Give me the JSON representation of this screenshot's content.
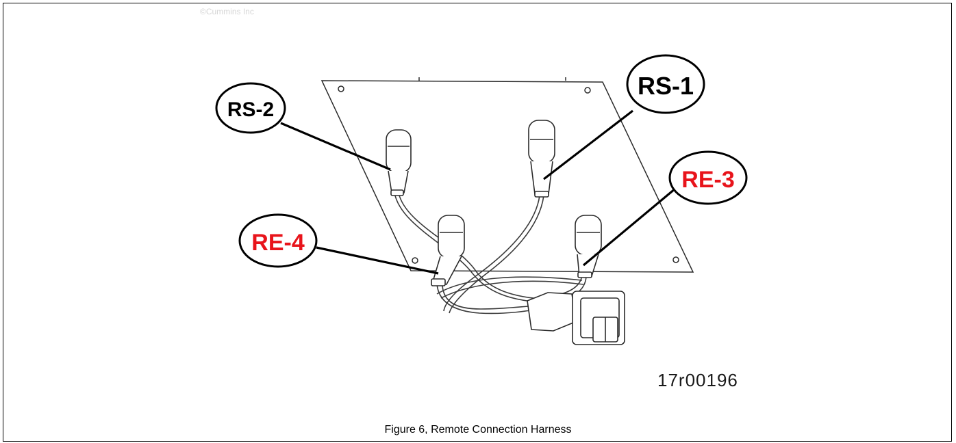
{
  "figure": {
    "copyright": "©Cummins Inc",
    "figure_number": "17r00196",
    "caption": "Figure 6, Remote Connection Harness"
  },
  "callouts": {
    "rs2": {
      "label": "RS-2",
      "color": "#000000"
    },
    "rs1": {
      "label": "RS-1",
      "color": "#000000"
    },
    "re3": {
      "label": "RE-3",
      "color": "#e8141b"
    },
    "re4": {
      "label": "RE-4",
      "color": "#e8141b"
    }
  }
}
